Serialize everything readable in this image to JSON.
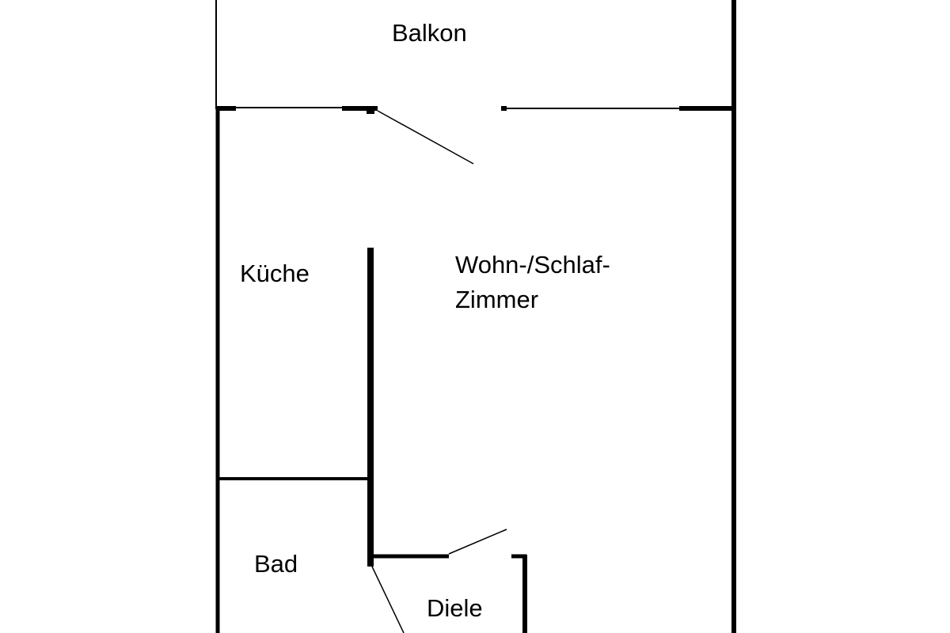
{
  "diagram": {
    "rooms": {
      "balcony": "Balkon",
      "kitchen": "Küche",
      "living_line1": "Wohn-/Schlaf-",
      "living_line2": "Zimmer",
      "bathroom": "Bad",
      "hallway": "Diele"
    },
    "colors": {
      "wall": "#000000",
      "background": "#ffffff"
    }
  }
}
